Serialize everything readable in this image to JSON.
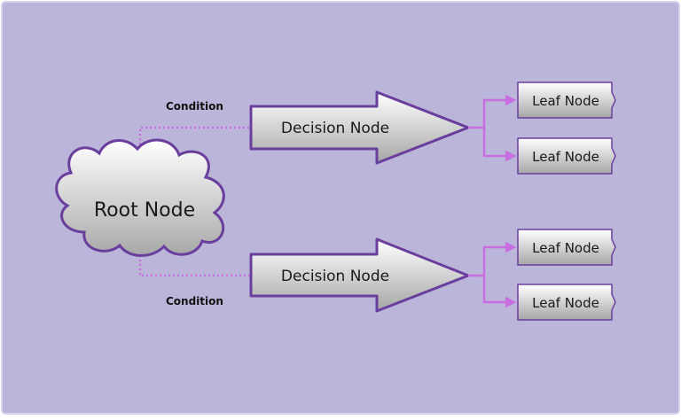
{
  "diagram": {
    "root": {
      "label": "Root Node"
    },
    "branches": [
      {
        "condition": "Condition",
        "decision": "Decision Node",
        "leaves": [
          "Leaf Node",
          "Leaf Node"
        ]
      },
      {
        "condition": "Condition",
        "decision": "Decision Node",
        "leaves": [
          "Leaf Node",
          "Leaf Node"
        ]
      }
    ]
  },
  "colors": {
    "background": "#bcb5da",
    "frame_border": "#d8d4ea",
    "shape_outline": "#6a3e9c",
    "connector": "#c86ee0",
    "node_fill_light": "#ffffff",
    "node_fill_dark": "#a6a6a6"
  }
}
